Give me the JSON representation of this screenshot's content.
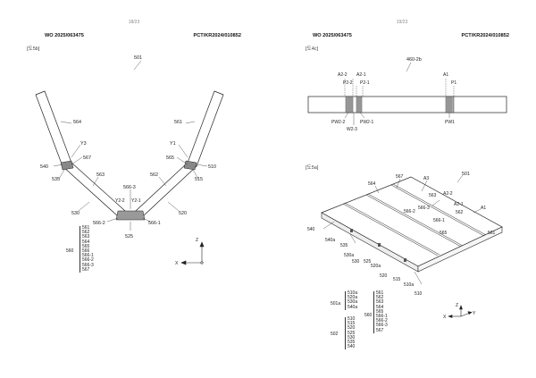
{
  "left": {
    "page_number": "18/23",
    "pub_number": "WO 2025/063475",
    "app_number": "PCT/KR2024/010852",
    "fig_label": "[도5b]",
    "labels": {
      "l501": "501",
      "l564": "564",
      "l561": "561",
      "y3": "Y3",
      "y1": "Y1",
      "l567": "567",
      "l565": "565",
      "l540": "540",
      "l510": "510",
      "l535": "535",
      "l515": "515",
      "l563": "563",
      "l562": "562",
      "l566_3": "566-3",
      "y2_2": "Y2-2",
      "y2_1": "Y2-1",
      "l530": "530",
      "l520": "520",
      "l566_2": "566-2",
      "l566_1": "566-1",
      "l525": "525",
      "z": "Z",
      "x": "X"
    },
    "legend_prefix": "560",
    "legend_items": [
      "561",
      "562",
      "563",
      "564",
      "565",
      "566",
      "566-1",
      "566-2",
      "566-3",
      "567"
    ]
  },
  "right": {
    "page_number": "19/23",
    "pub_number": "WO 2025/063475",
    "app_number": "PCT/KR2024/010852",
    "fig4_label": "[도4c]",
    "fig5_label": "[도5a]",
    "fig4_labels": {
      "l460": "460-2b",
      "a2_2": "A2-2",
      "a2_1": "A2-1",
      "p2_2": "P2-2",
      "p2_1": "P2-1",
      "a1": "A1",
      "p1": "P1",
      "pw2_2": "PW2-2",
      "pw2_1": "PW2-1",
      "w2_3": "W2-3",
      "pw1": "PW1"
    },
    "fig5_labels": {
      "l501": "501",
      "a3": "A3",
      "l567": "567",
      "l564": "564",
      "l563": "563",
      "a2_2": "A2-2",
      "a2_1": "A2-1",
      "l566_2": "566-2",
      "l566_3": "566-3",
      "l562": "562",
      "a1": "A1",
      "l566_1": "566-1",
      "l540": "540",
      "l540a": "540a",
      "l535": "535",
      "l565": "565",
      "l561": "561",
      "l530a": "530a",
      "l530": "530",
      "l525": "525",
      "l520a": "520a",
      "l520": "520",
      "l515": "515",
      "l510a": "510a",
      "l510": "510",
      "z": "Z",
      "x": "X",
      "y": "Y"
    },
    "legend_a_prefix": "501a",
    "legend_a_items": [
      "510a",
      "520a",
      "530a",
      "540a"
    ],
    "legend_b_prefix": "502",
    "legend_b_items": [
      "510",
      "515",
      "520",
      "525",
      "530",
      "535",
      "540"
    ],
    "legend_c_prefix": "560",
    "legend_c_items": [
      "561",
      "562",
      "563",
      "564",
      "565",
      "566-1",
      "566-2",
      "566-3",
      "567"
    ]
  }
}
